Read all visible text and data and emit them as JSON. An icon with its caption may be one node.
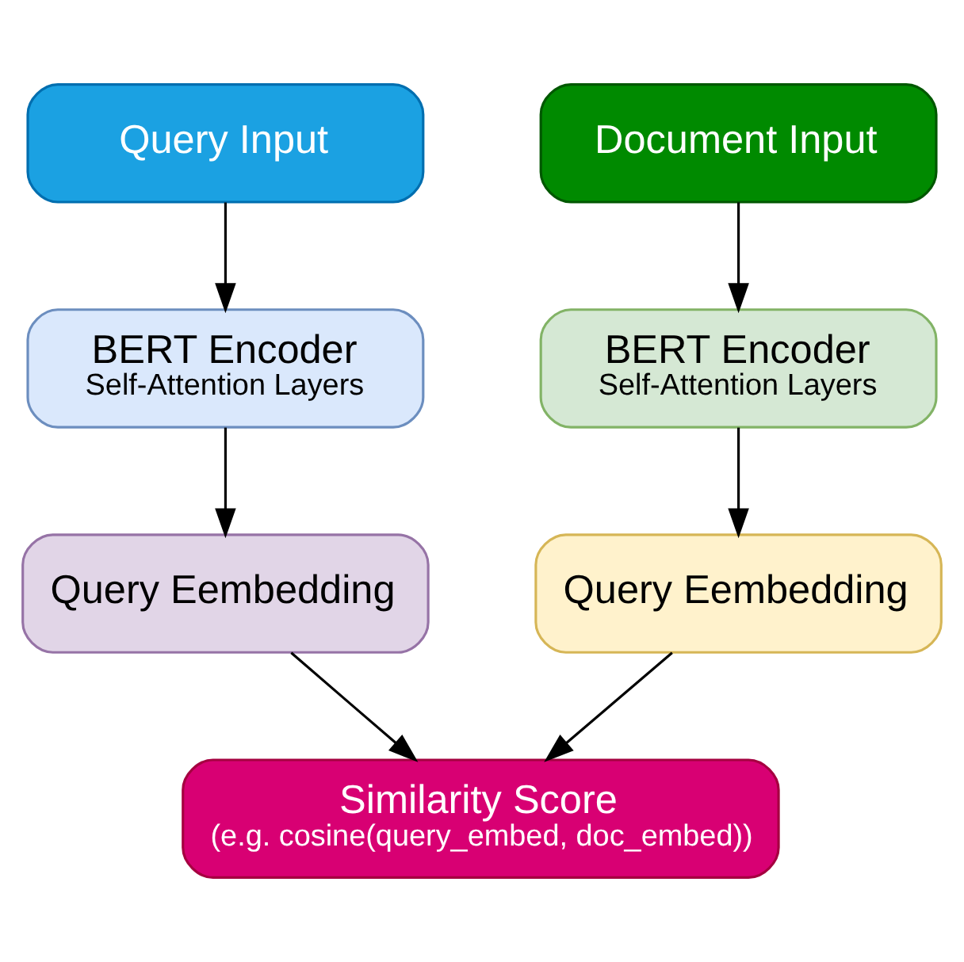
{
  "diagram": {
    "nodes": [
      {
        "text": [
          "Query Input"
        ]
      },
      {
        "text": [
          "Document Input"
        ]
      },
      {
        "text": [
          "BERT Encoder",
          "Self-Attention Layers"
        ]
      },
      {
        "text": [
          "BERT Encoder",
          "Self-Attention Layers"
        ]
      },
      {
        "text": [
          "Query Eembedding"
        ]
      },
      {
        "text": [
          "Query Eembedding"
        ]
      },
      {
        "text": [
          "Similarity Score",
          "(e.g. cosine(query_embed, doc_embed))"
        ]
      }
    ],
    "edges": [
      {
        "from": 0,
        "to": 2,
        "arrow": "to"
      },
      {
        "from": 1,
        "to": 3,
        "arrow": "to"
      },
      {
        "from": 2,
        "to": 4,
        "arrow": "to"
      },
      {
        "from": 3,
        "to": 5,
        "arrow": "to"
      },
      {
        "from": 4,
        "to": 6,
        "arrow": "to"
      },
      {
        "from": 5,
        "to": 6,
        "arrow": "to"
      }
    ]
  }
}
